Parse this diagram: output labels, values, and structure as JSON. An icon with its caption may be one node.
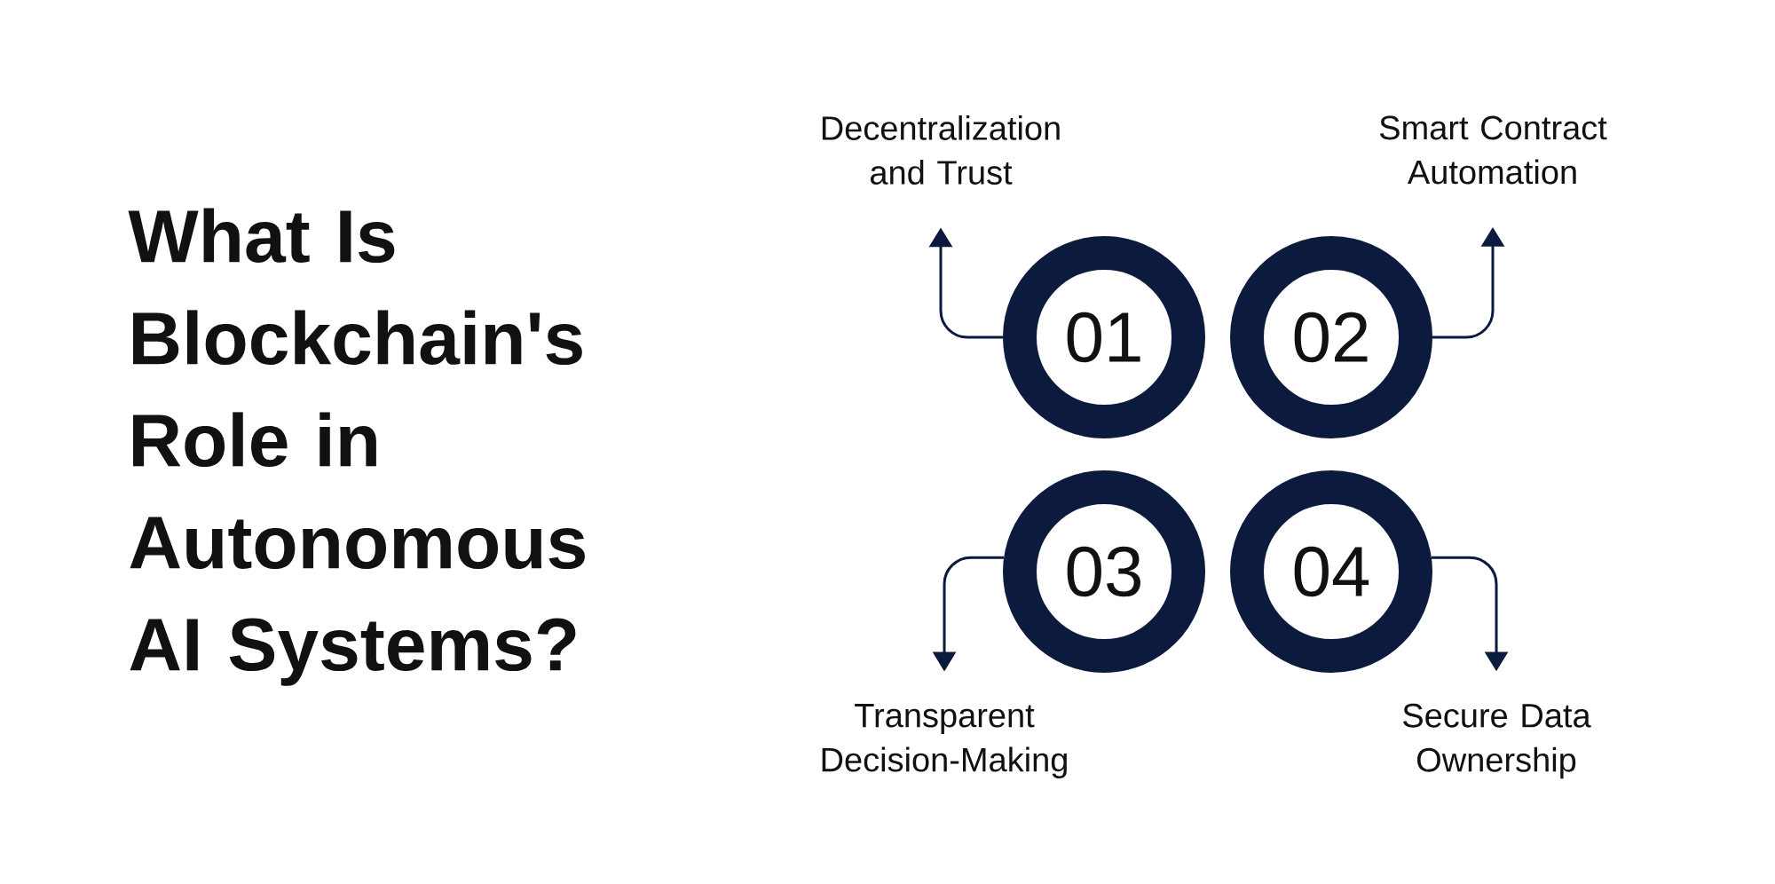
{
  "diagram": {
    "title": "What Is Blockchain's Role in Autonomous AI Systems?",
    "nodes": [
      {
        "text": [
          "Decentralization and Trust"
        ]
      },
      {
        "text": [
          "Smart Contract Automation"
        ]
      },
      {
        "text": [
          "01"
        ]
      },
      {
        "text": [
          "02"
        ]
      },
      {
        "text": [
          "03"
        ]
      },
      {
        "text": [
          "04"
        ]
      },
      {
        "text": [
          "Transparent Decision-Making"
        ]
      },
      {
        "text": [
          "Secure Data Ownership"
        ]
      }
    ],
    "edges": [
      {
        "from": 2,
        "to": 0,
        "arrow": "to"
      },
      {
        "from": 3,
        "to": 1,
        "arrow": "to"
      },
      {
        "from": 4,
        "to": 6,
        "arrow": "to"
      },
      {
        "from": 5,
        "to": 7,
        "arrow": "to"
      }
    ]
  }
}
